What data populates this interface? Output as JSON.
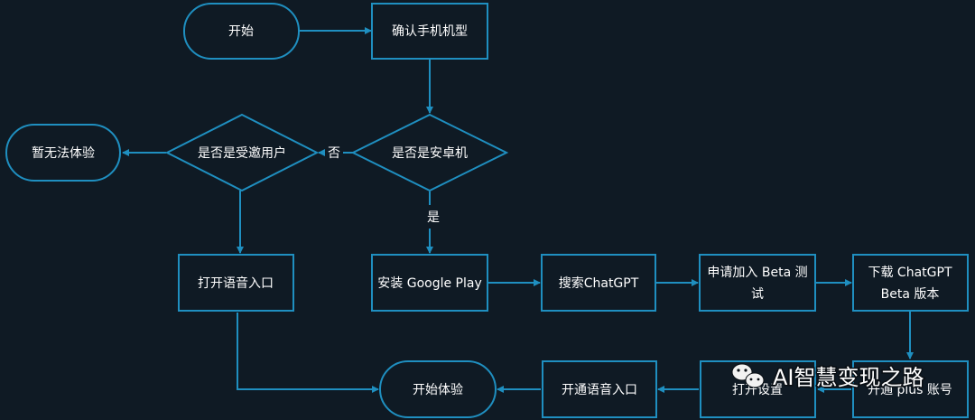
{
  "nodes": {
    "start": "开始",
    "confirm_phone": "确认手机机型",
    "is_android": "是否是安卓机",
    "is_invited": "是否是受邀用户",
    "no_experience": "暂无法体验",
    "open_voice_entry": "打开语音入口",
    "install_google_play": "安装 Google Play",
    "search_chatgpt": "搜索ChatGPT",
    "join_beta_line1": "申请加入 Beta 测",
    "join_beta_line2": "试",
    "download_line1": "下载 ChatGPT",
    "download_line2": "Beta 版本",
    "enable_plus": "开通 plus 账号",
    "open_settings": "打开设置",
    "enable_voice_entry": "开通语音入口",
    "start_experience": "开始体验"
  },
  "edges": {
    "no": "否",
    "yes": "是"
  },
  "watermark": {
    "text": "AI智慧变现之路"
  },
  "colors": {
    "background": "#0f1a24",
    "stroke": "#1f8fc0",
    "text": "#ffffff"
  }
}
